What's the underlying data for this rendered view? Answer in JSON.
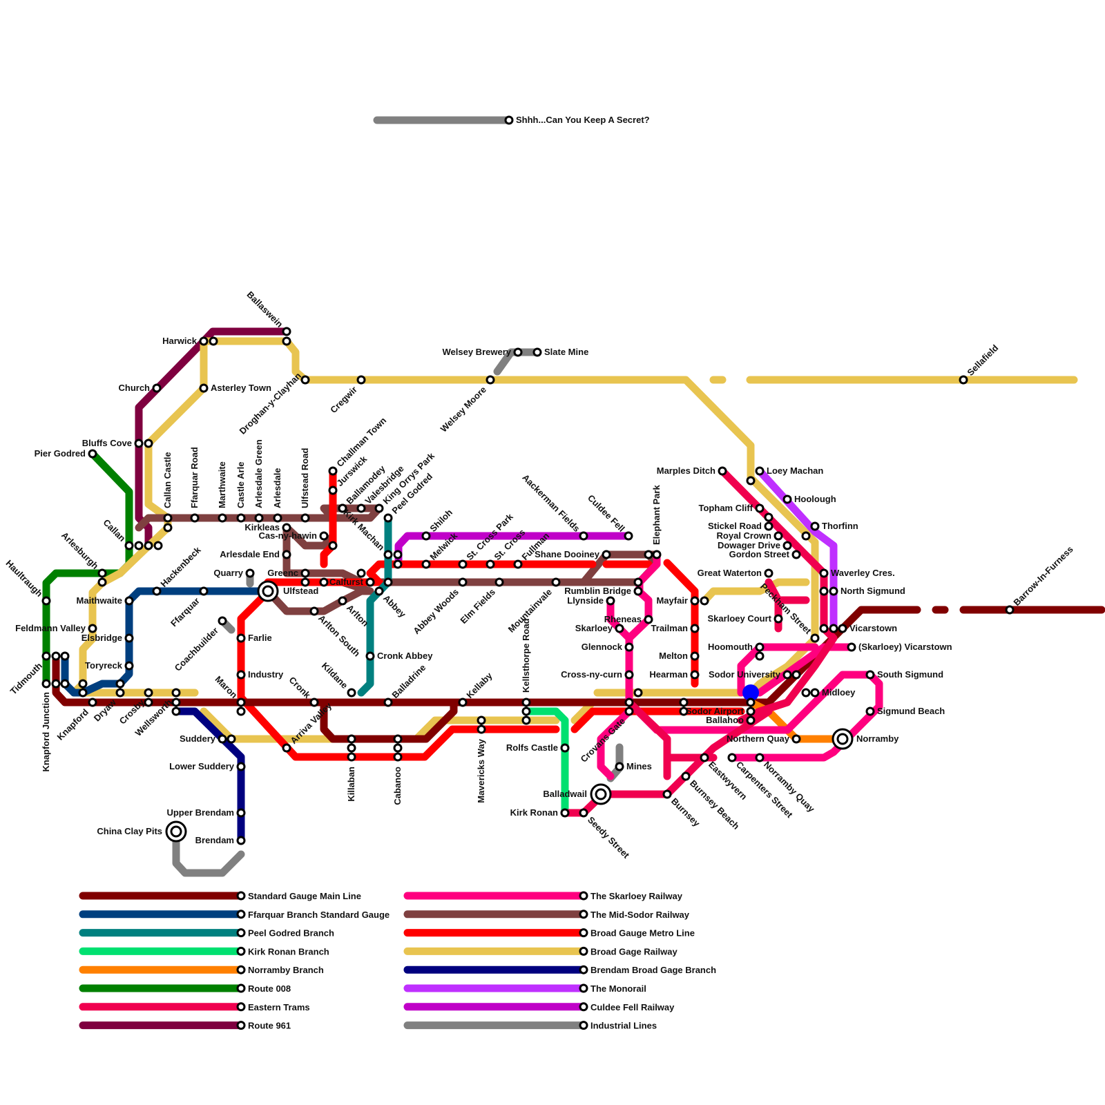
{
  "map_title": "",
  "colors": {
    "standard_gauge_main": "#800000",
    "ffarquar_branch": "#003f7f",
    "peel_godred": "#00807f",
    "kirk_ronan": "#00e070",
    "norramby": "#ff8000",
    "route_008": "#008000",
    "eastern_trams": "#f0004f",
    "route_961": "#7f003f",
    "skarloey": "#ff007f",
    "mid_sodor": "#7f4040",
    "broad_gauge_metro": "#ff0000",
    "broad_gage_railway": "#e8c450",
    "brendam_branch": "#00007f",
    "monorail": "#bf30ff",
    "culdee_fell": "#c000c8",
    "industrial": "#808080",
    "you_are_here": "#0000ff"
  },
  "legend": [
    {
      "name": "Standard Gauge Main Line",
      "color_key": "standard_gauge_main"
    },
    {
      "name": "Ffarquar Branch Standard Gauge",
      "color_key": "ffarquar_branch"
    },
    {
      "name": "Peel Godred Branch",
      "color_key": "peel_godred"
    },
    {
      "name": "Kirk Ronan Branch",
      "color_key": "kirk_ronan"
    },
    {
      "name": "Norramby Branch",
      "color_key": "norramby"
    },
    {
      "name": "Route 008",
      "color_key": "route_008"
    },
    {
      "name": "Eastern Trams",
      "color_key": "eastern_trams"
    },
    {
      "name": "Route 961",
      "color_key": "route_961"
    },
    {
      "name": "The Skarloey Railway",
      "color_key": "skarloey"
    },
    {
      "name": "The Mid-Sodor Railway",
      "color_key": "mid_sodor"
    },
    {
      "name": "Broad Gauge Metro Line",
      "color_key": "broad_gauge_metro"
    },
    {
      "name": "Broad Gage Railway",
      "color_key": "broad_gage_railway"
    },
    {
      "name": "Brendam Broad Gage Branch",
      "color_key": "brendam_branch"
    },
    {
      "name": "The Monorail",
      "color_key": "monorail"
    },
    {
      "name": "Culdee Fell Railway",
      "color_key": "culdee_fell"
    },
    {
      "name": "Industrial Lines",
      "color_key": "industrial"
    }
  ],
  "stations": [
    "Shhh...Can You Keep A Secret?",
    "Welsey Brewery",
    "Slate Mine",
    "Welsey Moore",
    "Cregwir",
    "Sellafield",
    "Barrow-In-Furness",
    "Ballaswein",
    "Harwick",
    "Church",
    "Asterley Town",
    "Droghan-y-Clayhan",
    "Bluffs Cove",
    "Pier Godred",
    "Callan",
    "Callan Castle",
    "Ffarquar Road",
    "Marthwaite",
    "Castle Arle",
    "Arlesdale Green",
    "Arlesdale",
    "Ulfstead Road",
    "Challman Town",
    "Jurswick",
    "Ballamodey",
    "Valesbridge",
    "King Orrys Park",
    "Peel Godred",
    "Kirk Machan",
    "Kirkleas",
    "Cas-ny-hawin",
    "Arlesdale End",
    "Greenc",
    "Calfurst",
    "Abbey",
    "Arlton",
    "Arlton South",
    "Quarry",
    "Ulfstead",
    "Arlesburgh",
    "Haultraugh",
    "Maithwaite",
    "Hackenbeck",
    "Ffarquar",
    "Feldmann Valley",
    "Elsbridge",
    "Toryreck",
    "Tidmouth",
    "Knapford Junction",
    "Knapford",
    "Dryaw",
    "Crosby",
    "Wellsworth",
    "Coachbuilder",
    "Farlie",
    "Industry",
    "Maron",
    "Suddery",
    "Lower Suddery",
    "Upper Brendam",
    "Brendam",
    "China Clay Pits",
    "Arriva Valley",
    "Cronk",
    "Killaban",
    "Cabanoo",
    "Kildane",
    "Balladrine",
    "Cronk Abbey",
    "Shiloh",
    "Melwick",
    "St. Cross Park",
    "St. Cross",
    "Fullman",
    "Abbey Woods",
    "Elm Fields",
    "Mountainvale",
    "Kellaby",
    "Mavericks Way",
    "Kellsthorpe Road",
    "Rolfs Castle",
    "Balladwail",
    "Kirk Ronan",
    "Seedy Street",
    "Aackerman Fields",
    "Culdee Fell",
    "Elephant Park",
    "Shane Dooiney",
    "Rumblin Bridge",
    "Llynside",
    "Skarloey",
    "Rheneas",
    "Glennock",
    "Cross-ny-curn",
    "Crovans Gate",
    "Mines",
    "Trailman",
    "Melton",
    "Hearman",
    "Mayfair",
    "Sodor Airport",
    "Ballahoo",
    "Marples Ditch",
    "Loey Machan",
    "Hoolough",
    "Topham Cliff",
    "Stickel Road",
    "Royal Crown",
    "Dowager Drive",
    "Gordon Street",
    "Thorfinn",
    "Great Waterton",
    "Waverley Cres.",
    "North Sigmund",
    "Skarloey Court",
    "Peckham Street",
    "Vicarstown",
    "Hoomouth",
    "(Skarloey) Vicarstown",
    "Sodor University",
    "South Sigmund",
    "Midloey",
    "Sigmund Beach",
    "Northern Quay",
    "Norramby",
    "Eastwyvern",
    "Carpenters Street",
    "Norramby Quay",
    "Burnsey Beach",
    "Burnsey"
  ]
}
